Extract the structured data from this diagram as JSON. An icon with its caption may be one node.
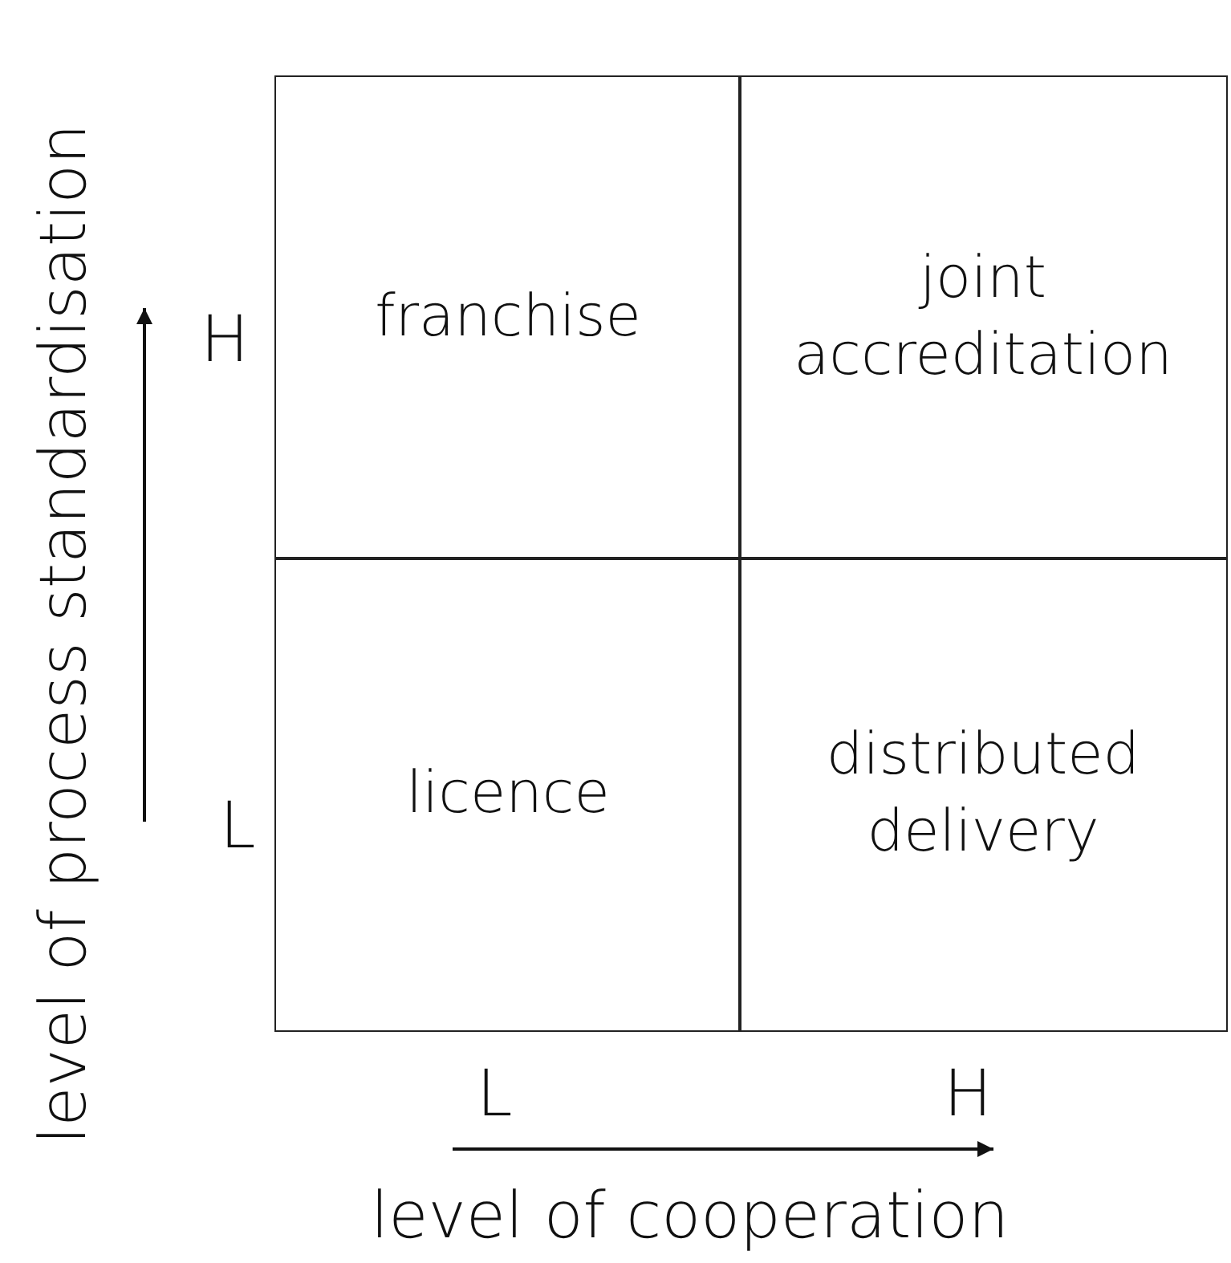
{
  "diagram": {
    "nodes": [
      {
        "text": [
          "franchise"
        ]
      },
      {
        "text": [
          "joint accreditation"
        ]
      },
      {
        "text": [
          "licence"
        ]
      },
      {
        "text": [
          "distributed delivery"
        ]
      }
    ],
    "labels": [
      "level of process standardisation",
      "H",
      "L",
      "L",
      "H",
      "level of cooperation"
    ]
  }
}
